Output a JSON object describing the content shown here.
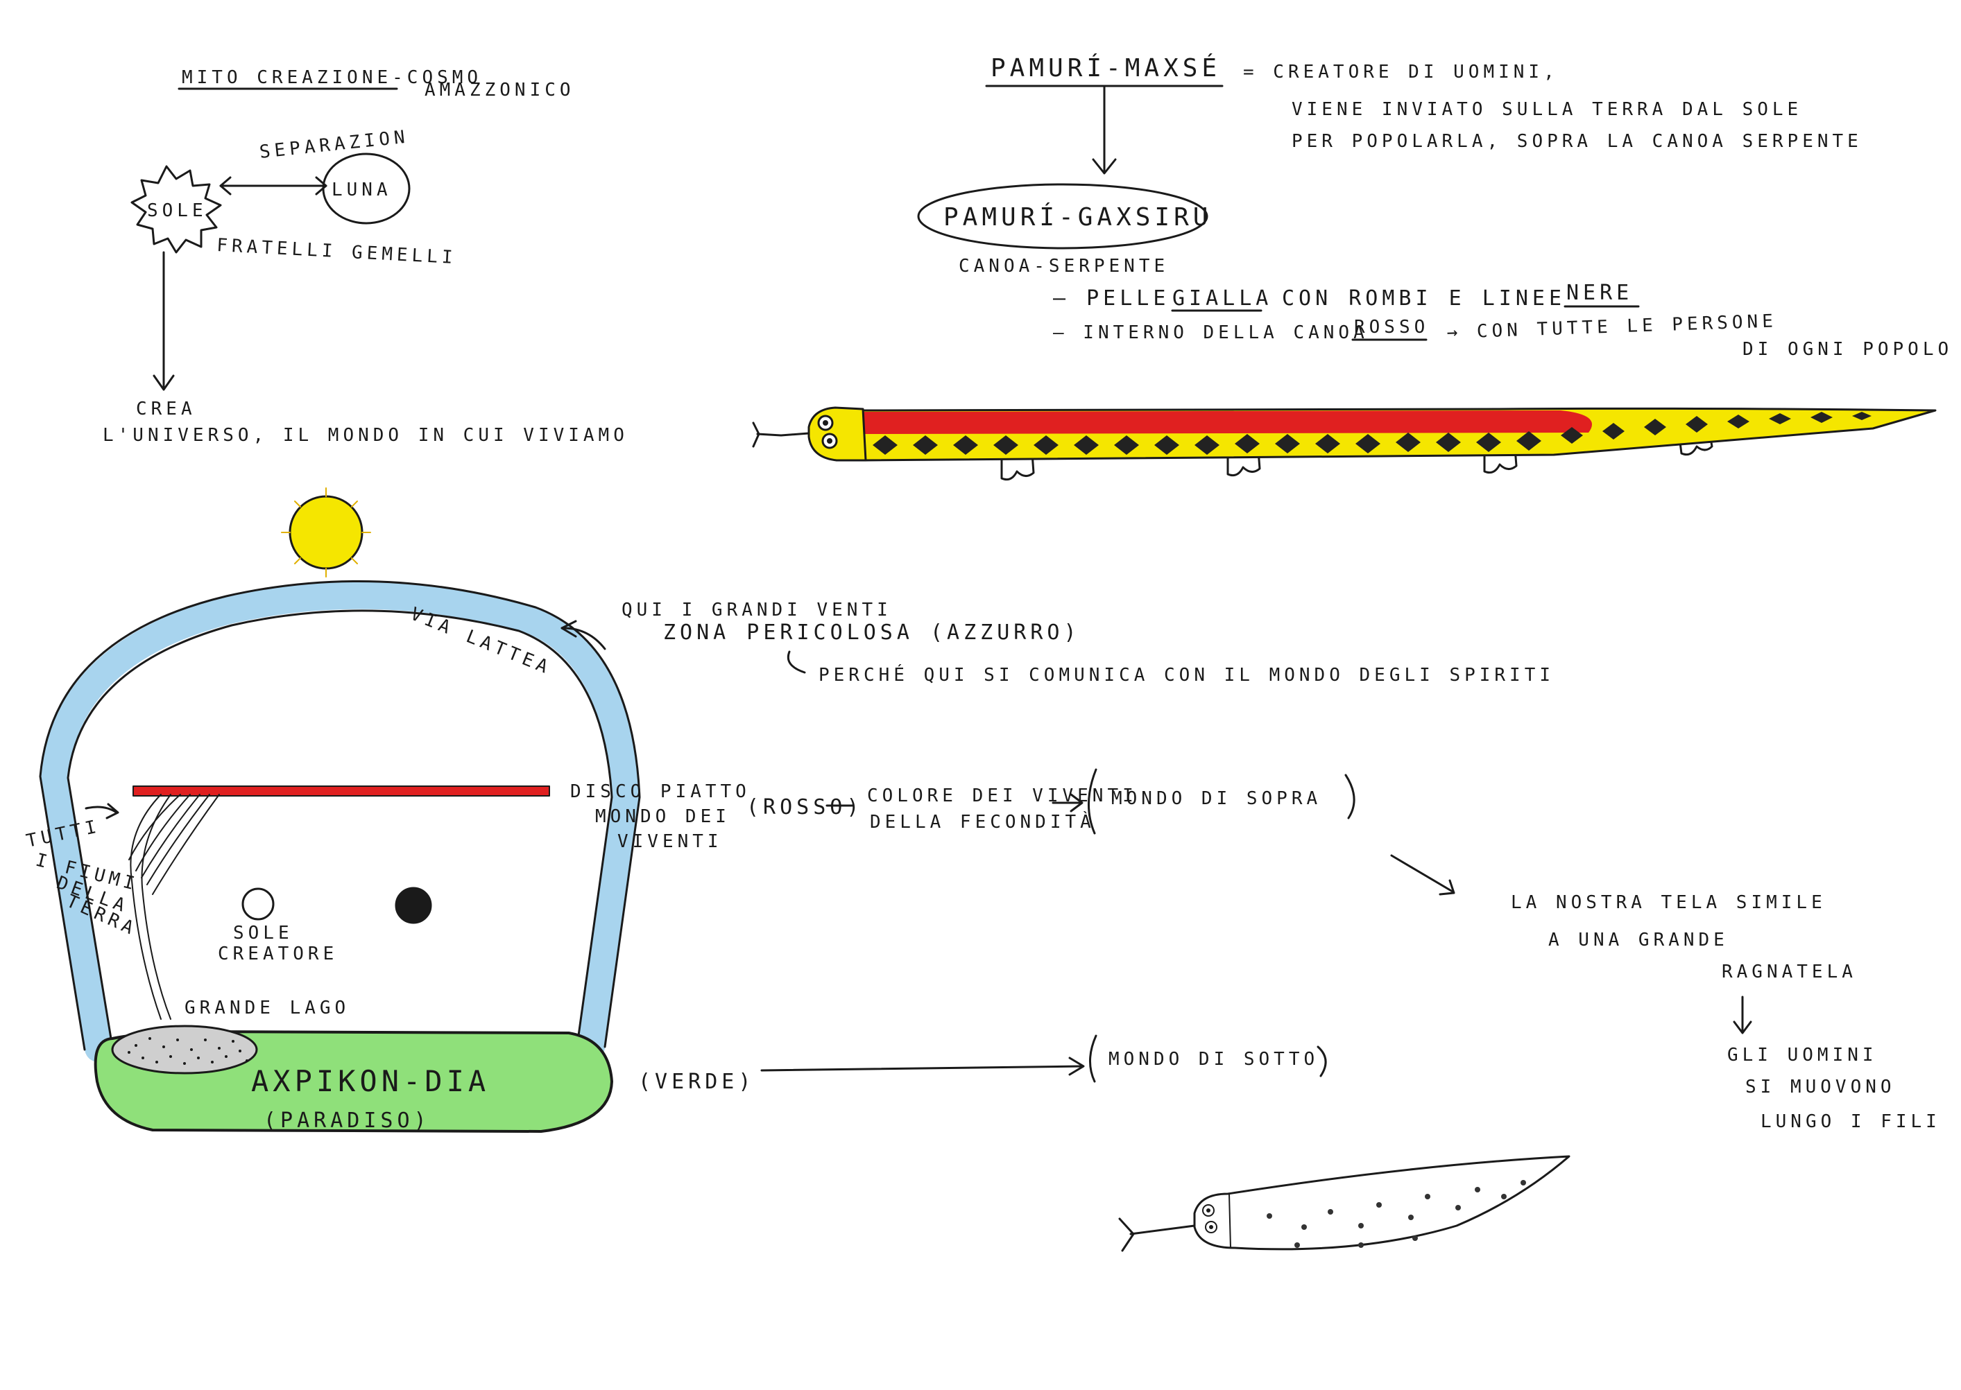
{
  "cosmo": {
    "title": "MITO CREAZIONE-COSMO",
    "title2": "AMAZZONICO",
    "separazione": "SEPARAZION",
    "sole": "SOLE",
    "luna": "LUNA",
    "fratelli": "FRATELLI GEMELLI",
    "crea": "CREA",
    "crea_desc": "L'UNIVERSO, IL MONDO IN CUI VIVIAMO"
  },
  "pamuri": {
    "name": "PAMURÍ-MAXSÉ",
    "desc1": "= CREATORE DI UOMINI,",
    "desc2": "VIENE INVIATO SULLA TERRA DAL SOLE",
    "desc3": "PER POPOLARLA, SOPRA LA CANOA SERPENTE",
    "canoa_name": "PAMURÍ-GAXSIRU",
    "canoa_label": "CANOA-SERPENTE",
    "pelle_prefix": "– PELLE",
    "pelle_gialla": "GIALLA",
    "pelle_mid": "CON ROMBI E LINEE",
    "pelle_nere": "NERE",
    "interno_prefix": "– INTERNO DELLA CANOA",
    "interno_rosso": "ROSSO",
    "persone1": "→ CON TUTTE LE PERSONE",
    "persone2": "DI OGNI POPOLO"
  },
  "cosmos_diagram": {
    "via_lattea": "VIA LATTEA",
    "venti1": "QUI I GRANDI VENTI",
    "venti2": "ZONA PERICOLOSA (AZZURRO)",
    "spiriti": "PERCHÉ QUI SI COMUNICA CON IL MONDO DEGLI SPIRITI",
    "disco1": "DISCO PIATTO",
    "disco2": "MONDO DEI",
    "disco3": "VIVENTI",
    "rosso": "(ROSSO)",
    "colore1": "COLORE DEI VIVENTI",
    "colore2": "DELLA FECONDITÀ",
    "mondo_sopra": "MONDO DI SOPRA",
    "fiumi": [
      "TUTTI",
      "I FIUMI",
      "DELLA",
      "TERRA"
    ],
    "sole_creatore1": "SOLE",
    "sole_creatore2": "CREATORE",
    "grande_lago": "GRANDE LAGO",
    "axpikon": "AXPIKON-DIA",
    "paradiso": "(PARADISO)",
    "verde": "(VERDE)",
    "mondo_sotto": "MONDO DI SOTTO"
  },
  "ragnatela": {
    "l1": "LA NOSTRA TELA SIMILE",
    "l2": "A UNA GRANDE",
    "l3": "RAGNATELA",
    "l4": "GLI UOMINI",
    "l5": "SI MUOVONO",
    "l6": "LUNGO I FILI"
  },
  "colors": {
    "ink": "#1a1a1a",
    "red": "#e02020",
    "yellow": "#f5e600",
    "sky": "#a8d4ee",
    "green": "#8fe07a",
    "grey": "#cfcfcf"
  }
}
